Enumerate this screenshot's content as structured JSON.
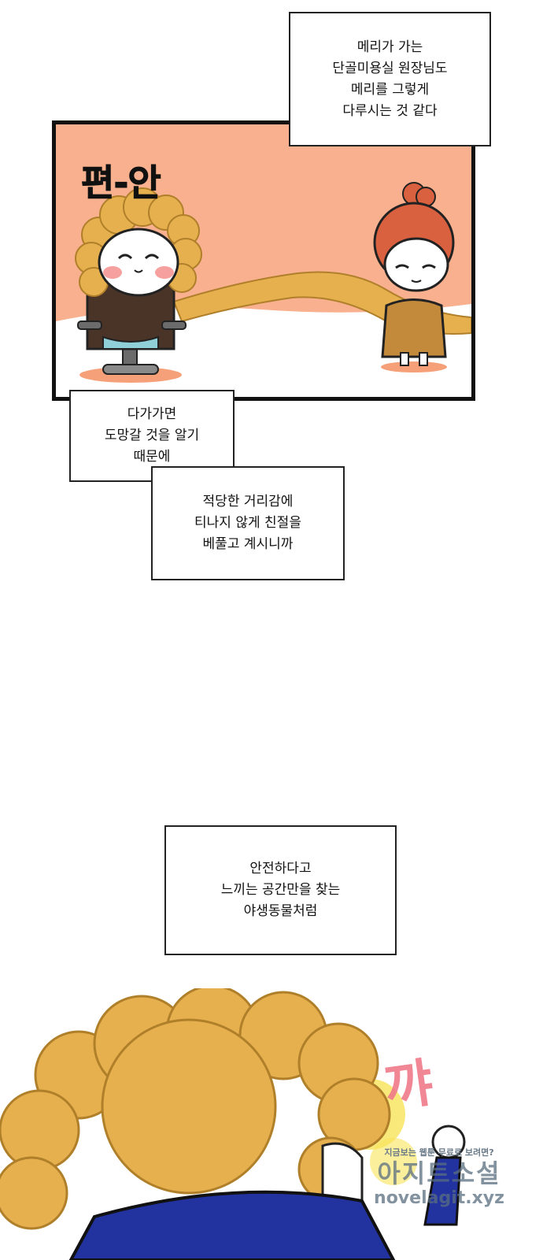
{
  "captions": {
    "box1": [
      "메리가 가는",
      "단골미용실 원장님도",
      "메리를 그렇게",
      "다루시는 것 같다"
    ],
    "box2": [
      "다가가면",
      "도망갈 것을 알기",
      "때문에"
    ],
    "box3": [
      "적당한 거리감에",
      "티나지 않게 친절을",
      "베풀고 계시니까"
    ],
    "box4": [
      "안전하다고",
      "느끼는 공간만을 찾는",
      "야생동물처럼"
    ]
  },
  "panel": {
    "sfx": "편-안"
  },
  "bottom_panel": {
    "sfx": "꺄"
  },
  "watermark": {
    "tagline": "지금보는 웹툰 무료로 보려면?",
    "site_name": "아지트소설",
    "url": "novelagit.xyz"
  },
  "colors": {
    "panel_bg": "#f8b08e",
    "hair": "#e6b04e",
    "sfx_pink": "#f07a8a"
  }
}
